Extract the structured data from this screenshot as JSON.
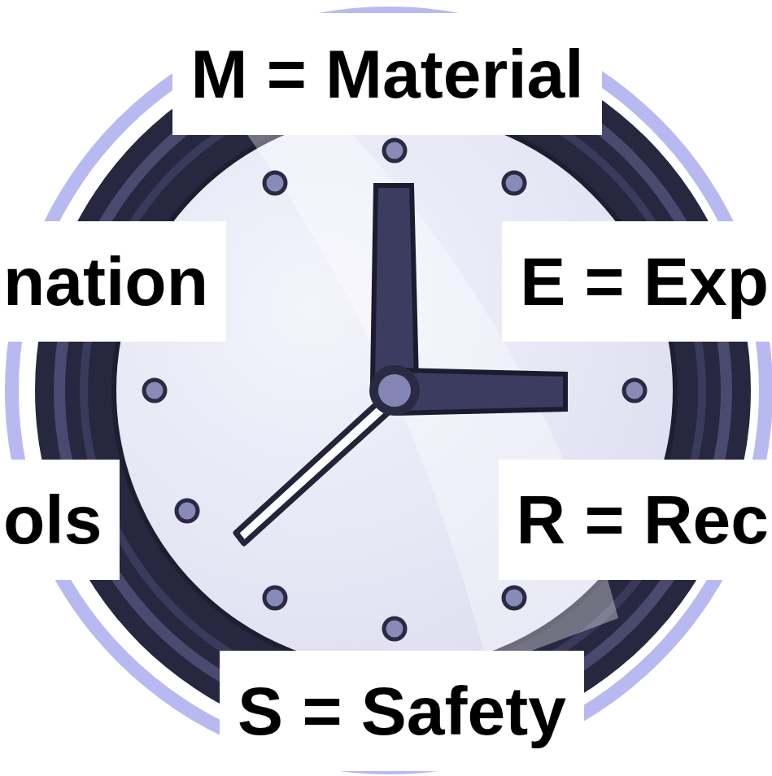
{
  "diagram": {
    "labels": [
      "M = Material",
      "nation",
      "E = Exp",
      "ols",
      "R = Rec",
      "S = Safety"
    ]
  }
}
